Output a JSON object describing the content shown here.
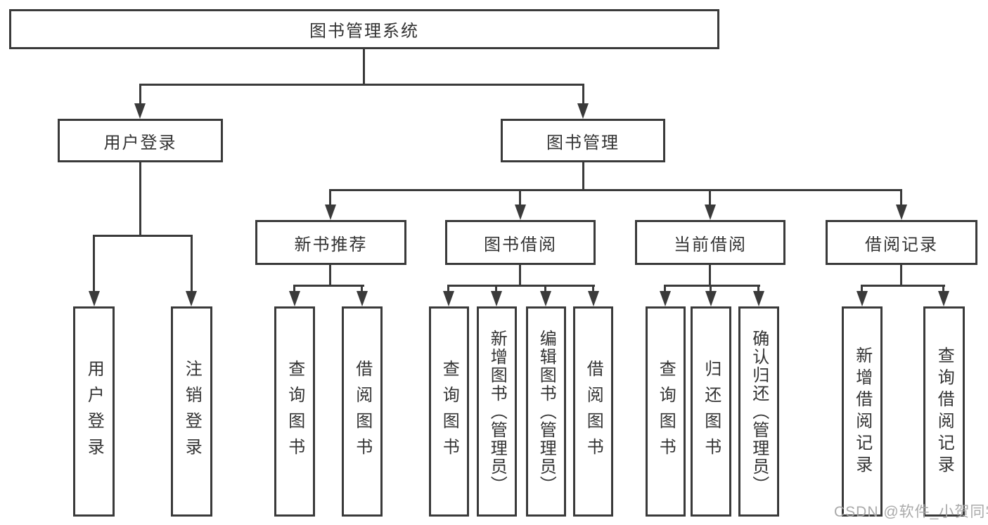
{
  "diagram": {
    "type": "hierarchy",
    "colors": {
      "line": "#3a3a3a",
      "text": "#333333",
      "node_background": "#ffffff",
      "watermark": "#a5a5a5"
    },
    "root": {
      "label": "图书管理系统"
    },
    "branches": [
      {
        "label": "用户登录",
        "leaves": [
          {
            "label": "用户登录"
          },
          {
            "label": "注销登录"
          }
        ]
      },
      {
        "label": "图书管理",
        "sections": [
          {
            "label": "新书推荐",
            "leaves": [
              {
                "label": "查询图书"
              },
              {
                "label": "借阅图书"
              }
            ]
          },
          {
            "label": "图书借阅",
            "leaves": [
              {
                "label": "查询图书"
              },
              {
                "label": "新增图书（管理员）"
              },
              {
                "label": "编辑图书（管理员）"
              },
              {
                "label": "借阅图书"
              }
            ]
          },
          {
            "label": "当前借阅",
            "leaves": [
              {
                "label": "查询图书"
              },
              {
                "label": "归还图书"
              },
              {
                "label": "确认归还（管理员）"
              }
            ]
          },
          {
            "label": "借阅记录",
            "leaves": [
              {
                "label": "新增借阅记录"
              },
              {
                "label": "查询借阅记录"
              }
            ]
          }
        ]
      }
    ],
    "watermark": "CSDN @软件_小贺同学"
  }
}
